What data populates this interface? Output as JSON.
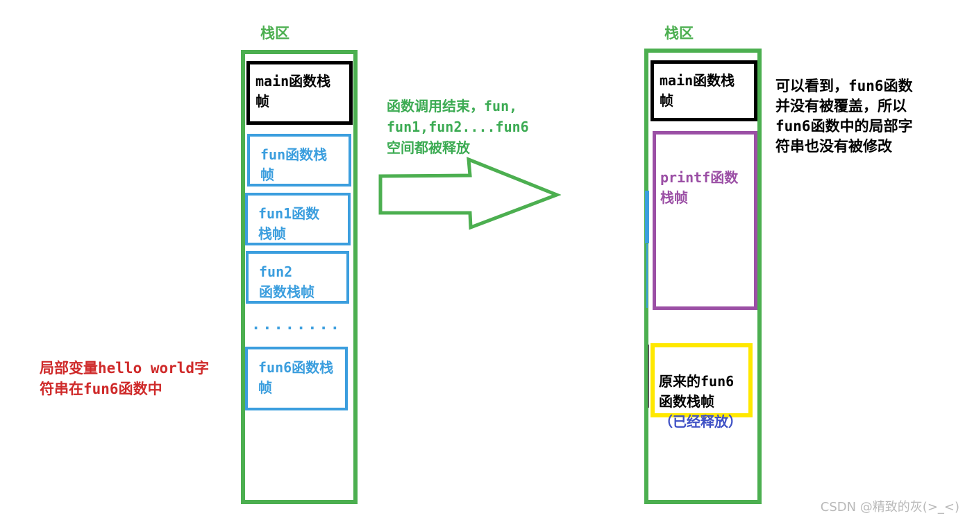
{
  "colors": {
    "green": "#4caf50",
    "blue": "#3b9ede",
    "purple": "#9b4fa5",
    "yellow": "#ffe800",
    "red": "#cf2a2a",
    "release_blue": "#3f51c5",
    "black": "#000000",
    "watermark_gray": "#b9b9b9"
  },
  "left_stack": {
    "title": "栈区",
    "frames": {
      "main": "main函数栈\n帧",
      "fun": "fun函数栈\n帧",
      "fun1": "fun1函数\n栈帧",
      "fun2": "fun2\n函数栈帧",
      "fun6": "fun6函数栈\n帧"
    },
    "ellipsis": "........"
  },
  "transition": {
    "note": "函数调用结束，fun,\nfun1,fun2....fun6\n空间都被释放"
  },
  "right_stack": {
    "title": "栈区",
    "frames": {
      "main": "main函数栈\n帧",
      "printf": "printf函数\n栈帧",
      "old_fun6": "原来的fun6\n函数栈帧",
      "old_fun6_status": "（已经释放）"
    }
  },
  "annotations": {
    "local_var_note": "局部变量hello world字\n符串在fun6函数中",
    "observation_note": "可以看到，fun6函数\n并没有被覆盖，所以\nfun6函数中的局部字\n符串也没有被修改"
  },
  "watermark": "CSDN @精致的灰(>_<)"
}
